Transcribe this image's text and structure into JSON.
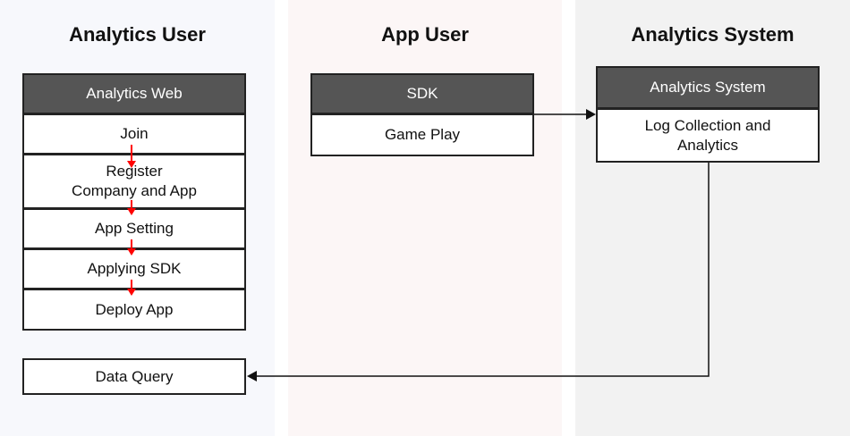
{
  "lanes": {
    "analytics_user": "Analytics User",
    "app_user": "App User",
    "analytics_system": "Analytics System"
  },
  "analytics_web": {
    "header": "Analytics Web",
    "steps": [
      "Join",
      "Register\nCompany and App",
      "App Setting",
      "Applying SDK",
      "Deploy App"
    ]
  },
  "data_query": "Data Query",
  "sdk": {
    "header": "SDK",
    "step": "Game Play"
  },
  "system": {
    "header": "Analytics System",
    "step": "Log Collection and\nAnalytics"
  },
  "colors": {
    "lane_analytics_user": "#f7f8fc",
    "lane_app_user": "#fcf6f6",
    "lane_analytics_system": "#f2f2f2",
    "header_fill": "#555555",
    "flow_arrow": "#ff0000",
    "connector": "#111111"
  }
}
